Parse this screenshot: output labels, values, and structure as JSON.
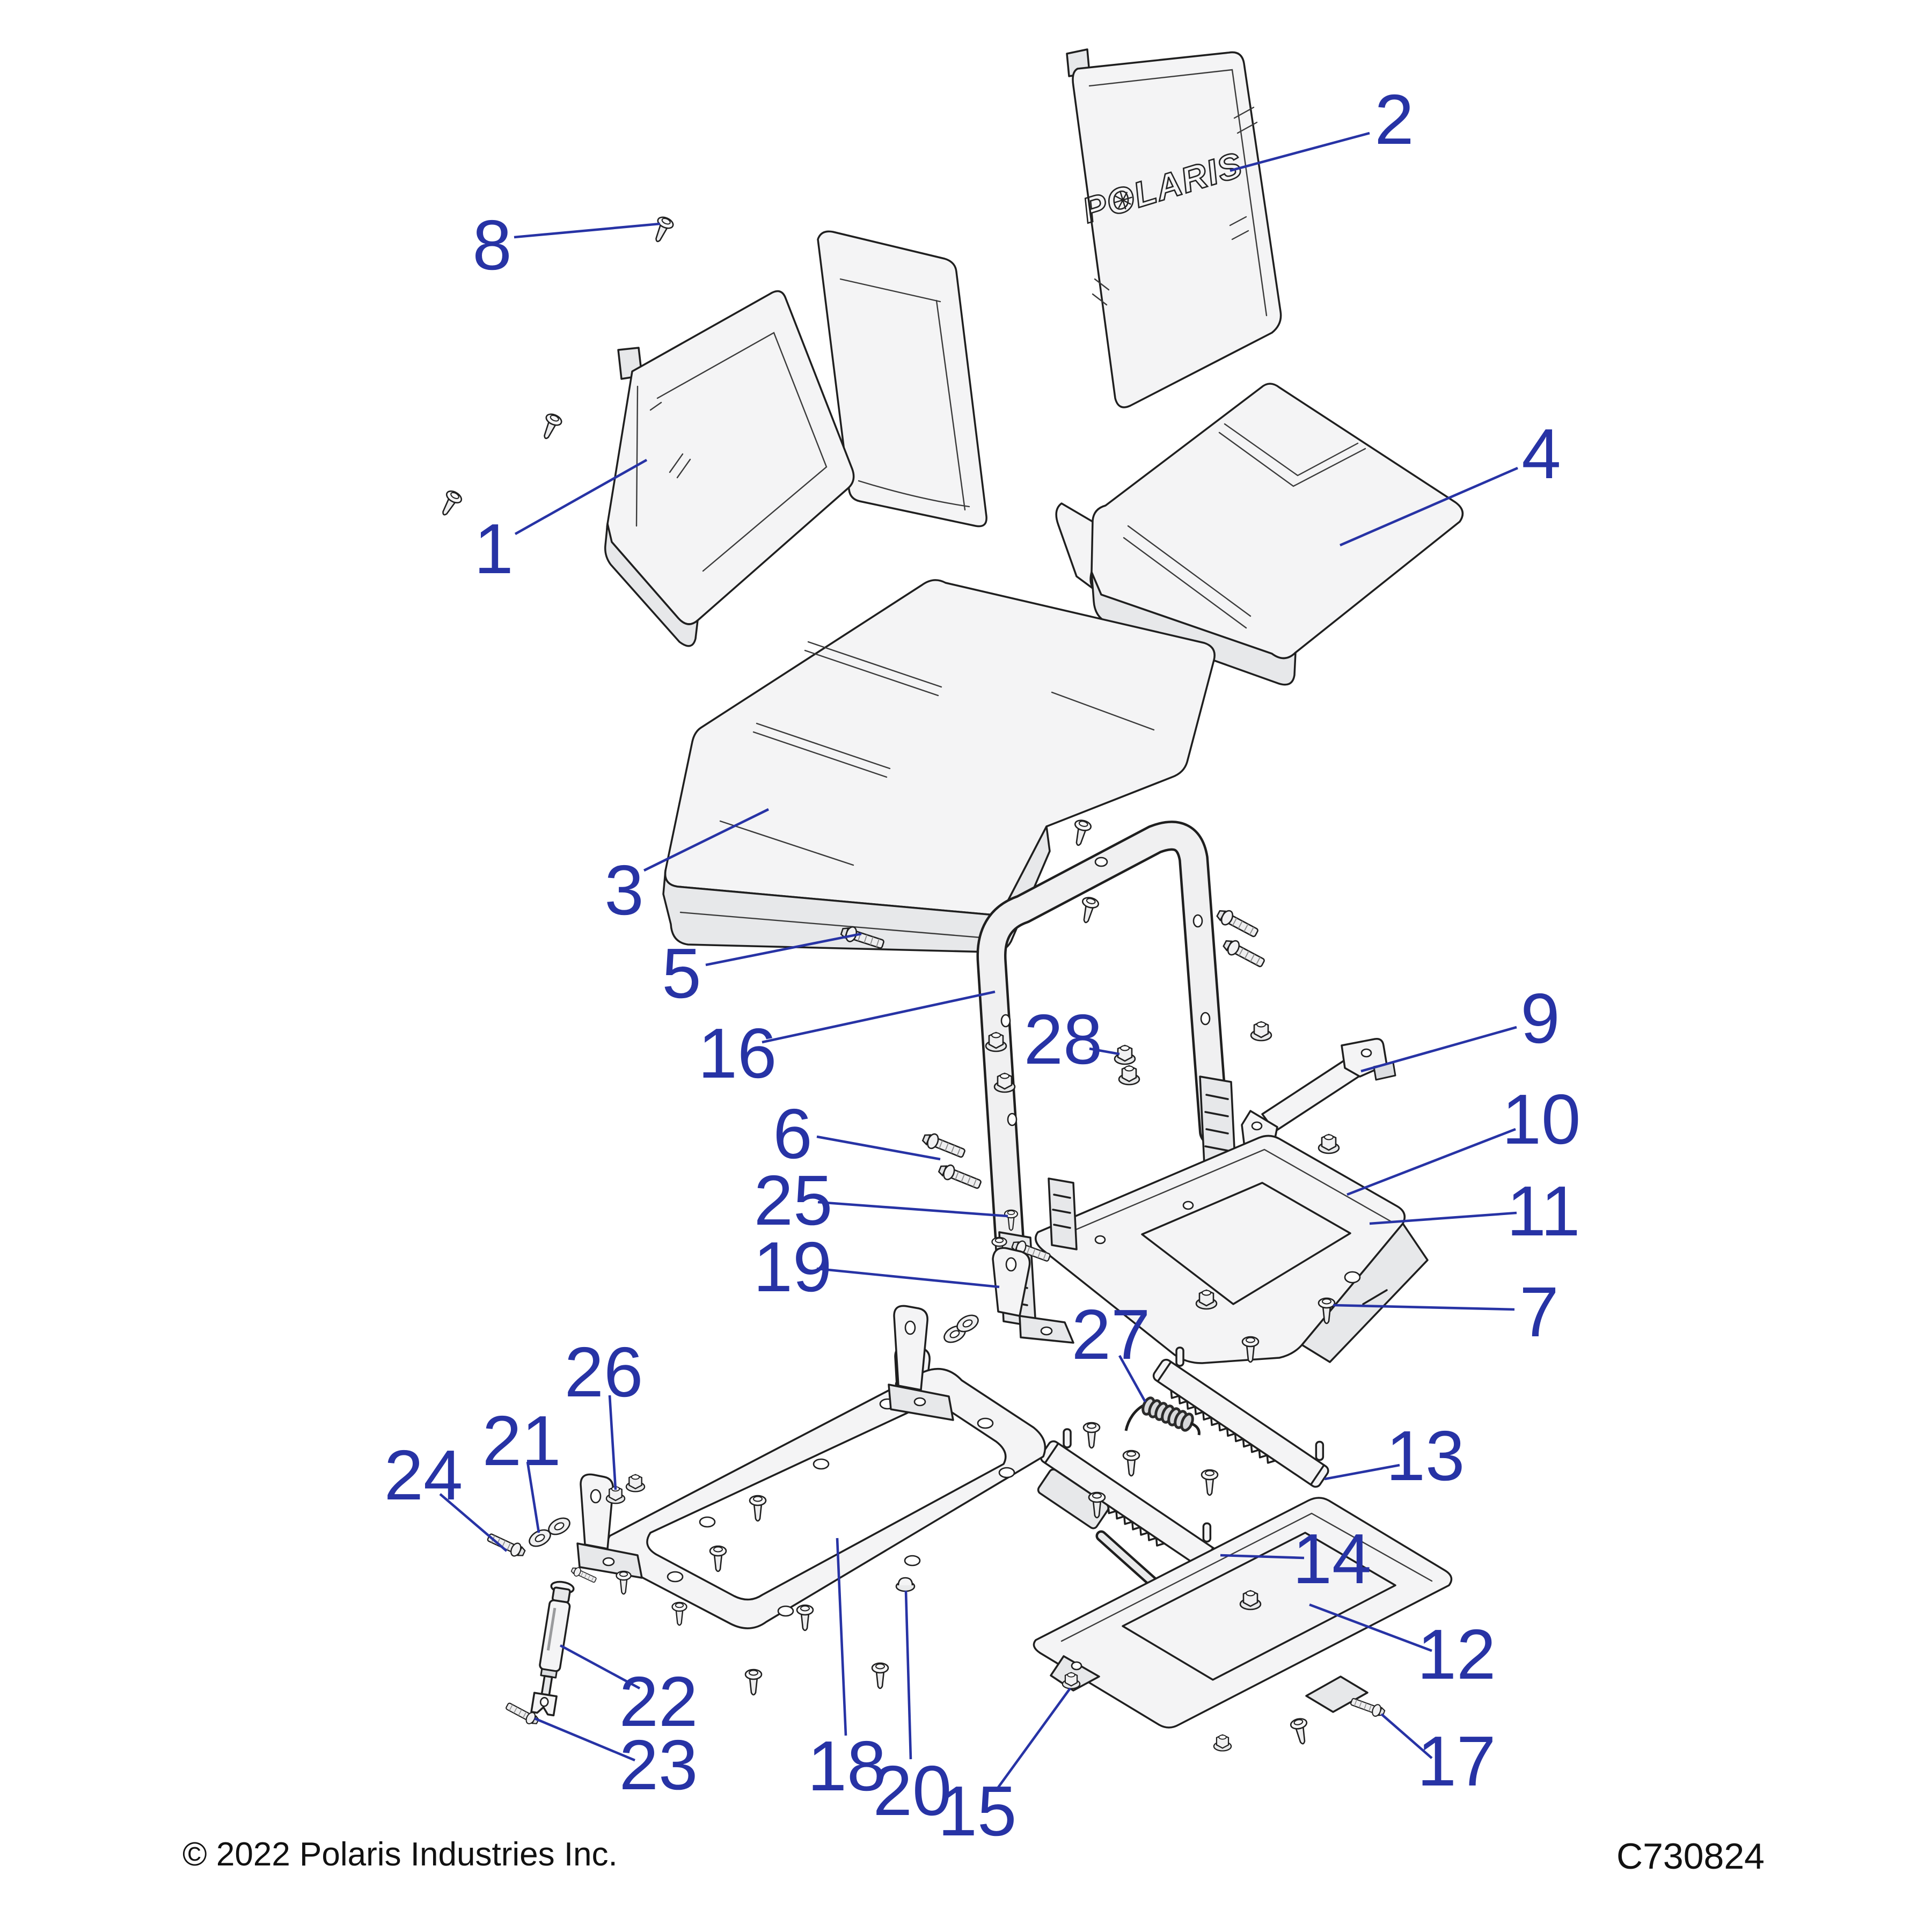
{
  "diagram": {
    "copyright": "© 2022 Polaris Industries Inc.",
    "code": "C730824",
    "brand_logo": "POLARIS"
  },
  "colors": {
    "callout_blue": "#2733a5",
    "line_ink": "#1f1f1f"
  },
  "callouts": [
    "1",
    "2",
    "3",
    "4",
    "5",
    "6",
    "7",
    "8",
    "9",
    "10",
    "11",
    "12",
    "13",
    "14",
    "15",
    "16",
    "17",
    "18",
    "19",
    "20",
    "21",
    "22",
    "23",
    "24",
    "25",
    "26",
    "27",
    "28"
  ]
}
